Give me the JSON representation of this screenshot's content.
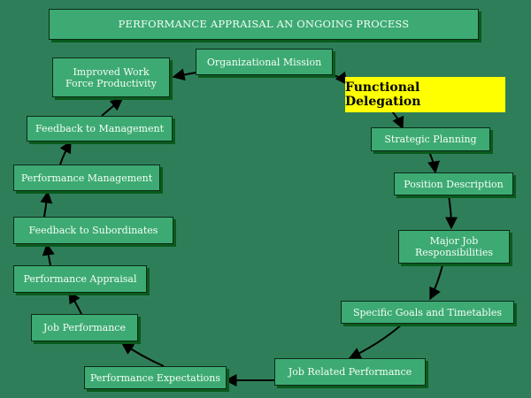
{
  "title": "PERFORMANCE APPRAISAL AN ONGOING PROCESS",
  "highlight": "Functional Delegation",
  "colors": {
    "background": "#2e7f59",
    "box_fill": "#3daa73",
    "box_shadow": "#0a5a1c",
    "highlight_fill": "#ffff00",
    "arrow": "#000000"
  },
  "steps": [
    "Organizational Mission",
    "Functional Delegation",
    "Strategic Planning",
    "Position Description",
    "Major Job\nResponsibilities",
    "Specific Goals and Timetables",
    "Job Related Performance",
    "Performance  Expectations",
    "Job Performance",
    "Performance Appraisal",
    "Feedback to Subordinates",
    "Performance Management",
    "Feedback to Management",
    "Improved Work\n    Force Productivity"
  ]
}
